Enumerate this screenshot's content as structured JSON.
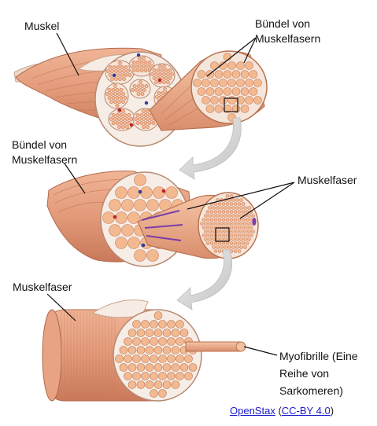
{
  "labels": {
    "muskel": "Muskel",
    "buendel_top_line1": "Bündel von",
    "buendel_top_line2": "Muskelfasern",
    "buendel_mid_line1": "Bündel von",
    "buendel_mid_line2": "Muskelfasern",
    "muskelfaser_mid": "Muskelfaser",
    "muskelfaser_bottom": "Muskelfaser",
    "myofibrille_line1": "Myofibrille (Eine",
    "myofibrille_line2": "Reihe von",
    "myofibrille_line3": "Sarkomeren)"
  },
  "credit": {
    "source_link": "OpenStax",
    "open_paren": " (",
    "license_link": "CC-BY 4.0",
    "close_paren": ")"
  },
  "colors": {
    "muscle": "#e8a383",
    "muscle_dark": "#c77a5c",
    "fiber": "#f6c39e",
    "fiber_outline": "#c8795a",
    "sheath": "#f7efe8",
    "arrow": "#d4d4d4",
    "vessel_blue": "#2a3c9a",
    "vessel_red": "#b7242a"
  }
}
